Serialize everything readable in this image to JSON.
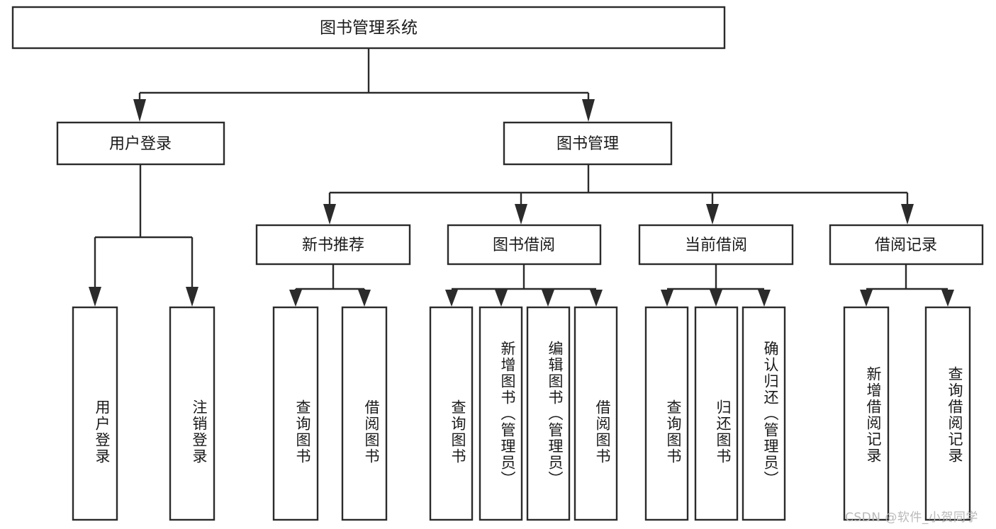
{
  "diagram": {
    "type": "tree-hierarchy-chart",
    "title": "图书管理系统",
    "orientation": "top-down",
    "colors": {
      "box_fill": "#ffffff",
      "box_stroke": "#2b2b2b",
      "text": "#1a1a1a",
      "background": "#ffffff",
      "watermark": "#b9b9b9"
    },
    "levels": {
      "level1": [
        {
          "id": "root",
          "label": "图书管理系统"
        }
      ],
      "level2": [
        {
          "id": "user-login",
          "label": "用户登录"
        },
        {
          "id": "book-manage",
          "label": "图书管理"
        }
      ],
      "level3": [
        {
          "id": "new-book-recommend",
          "label": "新书推荐"
        },
        {
          "id": "book-borrow",
          "label": "图书借阅"
        },
        {
          "id": "current-borrow",
          "label": "当前借阅"
        },
        {
          "id": "borrow-record",
          "label": "借阅记录"
        }
      ]
    },
    "groups": [
      {
        "id": "user-login-group",
        "parent": "user-login",
        "leaves": [
          {
            "id": "leaf-user-login",
            "label": "用户登录"
          },
          {
            "id": "leaf-logout-login",
            "label": "注销登录"
          }
        ]
      },
      {
        "id": "new-book-recommend-group",
        "parent": "new-book-recommend",
        "leaves": [
          {
            "id": "leaf-query-book-1",
            "label": "查询图书"
          },
          {
            "id": "leaf-borrow-book-1",
            "label": "借阅图书"
          }
        ]
      },
      {
        "id": "book-borrow-group",
        "parent": "book-borrow",
        "leaves": [
          {
            "id": "leaf-query-book-2",
            "label": "查询图书"
          },
          {
            "id": "leaf-add-book-admin",
            "label": "新增图书（管理员）"
          },
          {
            "id": "leaf-edit-book-admin",
            "label": "编辑图书（管理员）"
          },
          {
            "id": "leaf-borrow-book-2",
            "label": "借阅图书"
          }
        ]
      },
      {
        "id": "current-borrow-group",
        "parent": "current-borrow",
        "leaves": [
          {
            "id": "leaf-query-book-3",
            "label": "查询图书"
          },
          {
            "id": "leaf-return-book",
            "label": "归还图书"
          },
          {
            "id": "leaf-confirm-return-admin",
            "label": "确认归还（管理员）"
          }
        ]
      },
      {
        "id": "borrow-record-group",
        "parent": "borrow-record",
        "leaves": [
          {
            "id": "leaf-add-borrow-record",
            "label": "新增借阅记录"
          },
          {
            "id": "leaf-query-borrow-record",
            "label": "查询借阅记录"
          }
        ]
      }
    ]
  },
  "watermark": {
    "text": "CSDN @软件_小贺同学"
  }
}
